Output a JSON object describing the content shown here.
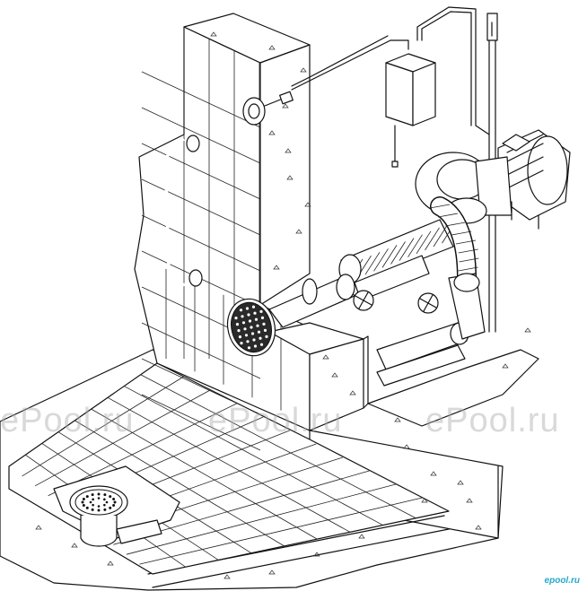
{
  "watermarks": [
    "ePool.ru",
    "ePool.ru",
    "ePool.ru"
  ],
  "logo_text": "epool.ru",
  "colors": {
    "ink": "#111111",
    "watermark": "#aaaaaa",
    "logo": "#27a8c8"
  }
}
